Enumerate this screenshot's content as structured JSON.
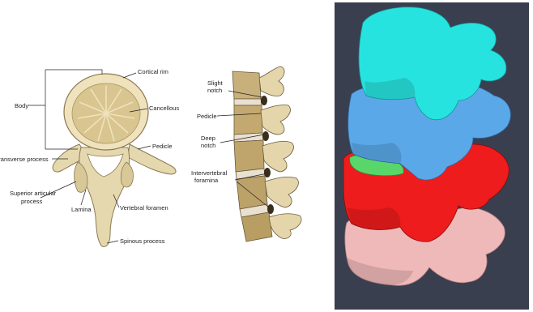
{
  "panels": {
    "vertebra_top_view": {
      "labels": {
        "cortical_rim": "Cortical rim",
        "body": "Body",
        "cancellous": "Cancellous",
        "pedicle": "Pedicle",
        "transverse_process": "Transverse process",
        "superior_articular_line1": "Superior articular",
        "superior_articular_line2": "process",
        "lamina": "Lamina",
        "vertebral_foramen": "Vertebral foramen",
        "spinous_process": "Spinous process"
      }
    },
    "spine_lateral_view": {
      "labels": {
        "slight_notch_line1": "Slight",
        "slight_notch_line2": "notch",
        "pedicle": "Pedicle",
        "deep_notch_line1": "Deep",
        "deep_notch_line2": "notch",
        "intervertebral_line1": "Intervertebral",
        "intervertebral_line2": "foramina"
      }
    },
    "model_3d": {
      "colors": {
        "background": "#3a3f4f",
        "top_vertebra": "#27e3df",
        "second_vertebra": "#5ba8e8",
        "disc": "#59d66a",
        "third_vertebra": "#ee1c1c",
        "bottom_vertebra": "#f0b9b9"
      }
    }
  }
}
